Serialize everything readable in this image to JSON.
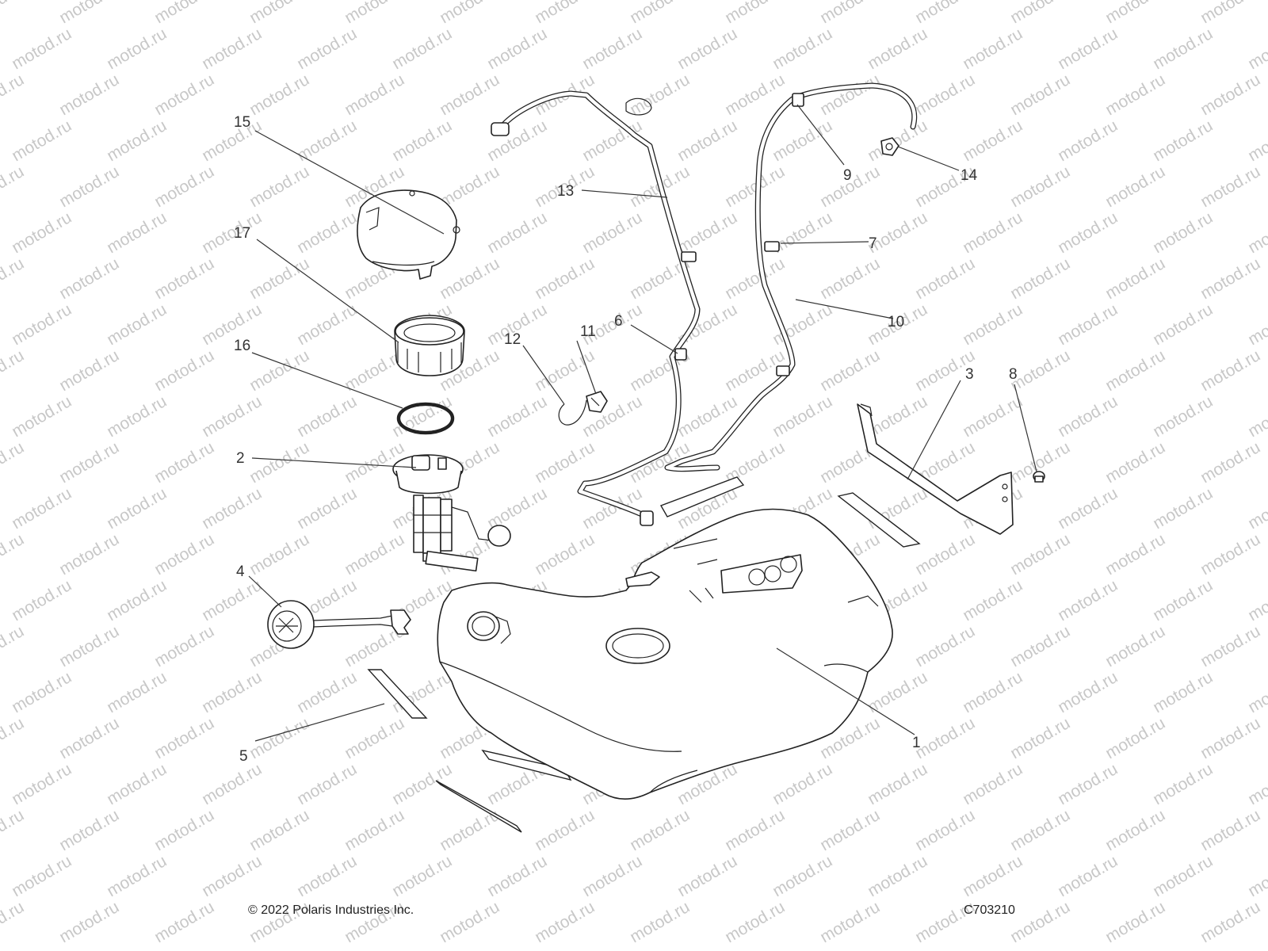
{
  "watermark": {
    "text": "motod.ru"
  },
  "callouts": [
    {
      "id": "1",
      "label": "1"
    },
    {
      "id": "2",
      "label": "2"
    },
    {
      "id": "3",
      "label": "3"
    },
    {
      "id": "4",
      "label": "4"
    },
    {
      "id": "5",
      "label": "5"
    },
    {
      "id": "6",
      "label": "6"
    },
    {
      "id": "7",
      "label": "7"
    },
    {
      "id": "8",
      "label": "8"
    },
    {
      "id": "9",
      "label": "9"
    },
    {
      "id": "10",
      "label": "10"
    },
    {
      "id": "11",
      "label": "11"
    },
    {
      "id": "12",
      "label": "12"
    },
    {
      "id": "13",
      "label": "13"
    },
    {
      "id": "14",
      "label": "14"
    },
    {
      "id": "15",
      "label": "15"
    },
    {
      "id": "16",
      "label": "16"
    },
    {
      "id": "17",
      "label": "17"
    }
  ],
  "footer": {
    "copyright": "© 2022 Polaris Industries Inc.",
    "drawing_code": "C703210"
  },
  "colors": {
    "line": "#222222",
    "watermark": "#c8c8c8",
    "background": "#ffffff"
  }
}
